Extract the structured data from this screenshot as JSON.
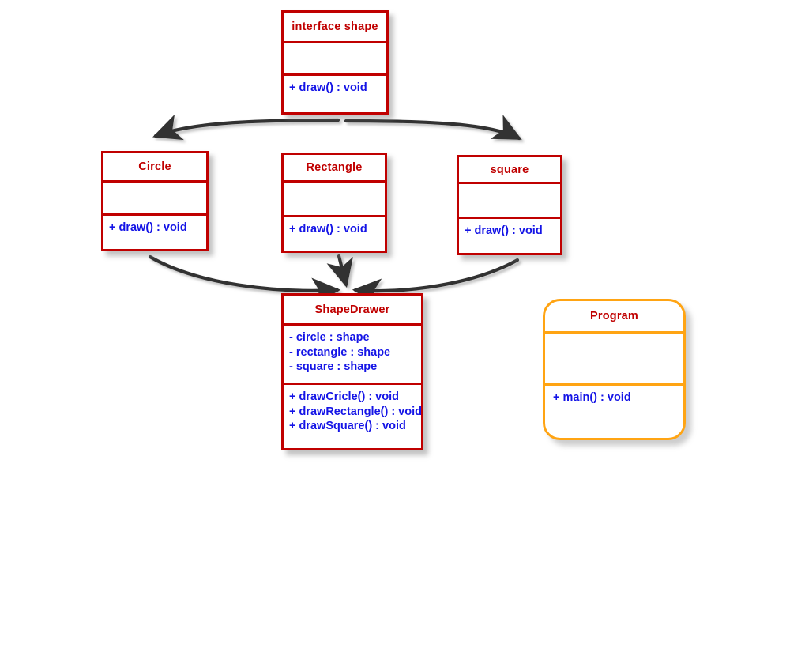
{
  "diagram": {
    "title": "Shape interface UML class diagram",
    "colors": {
      "class_border": "#C00000",
      "class_name_text": "#C00000",
      "member_text": "#1414E6",
      "program_border": "#FFA413",
      "connector": "#333333",
      "background": "#FFFFFF"
    },
    "classes": [
      {
        "id": "shape",
        "name": "interface shape",
        "attributes": [],
        "operations": [
          "+ draw() : void"
        ]
      },
      {
        "id": "circle",
        "name": "Circle",
        "attributes": [],
        "operations": [
          "+ draw() : void"
        ]
      },
      {
        "id": "rectangle",
        "name": "Rectangle",
        "attributes": [],
        "operations": [
          "+ draw() : void"
        ]
      },
      {
        "id": "square",
        "name": "square",
        "attributes": [],
        "operations": [
          "+ draw() : void"
        ]
      },
      {
        "id": "shapedrawer",
        "name": "ShapeDrawer",
        "attributes": [
          "- circle : shape",
          "- rectangle : shape",
          "- square : shape"
        ],
        "operations": [
          "+ drawCricle() : void",
          "+ drawRectangle() : void",
          "+ drawSquare() : void"
        ]
      },
      {
        "id": "program",
        "name": "Program",
        "attributes": [],
        "operations": [
          "+ main() : void"
        ]
      }
    ],
    "connectors": [
      {
        "id": "shape-to-circle",
        "from": "shape",
        "to": "circle",
        "style": "curved-arrow"
      },
      {
        "id": "shape-to-square",
        "from": "shape",
        "to": "square",
        "style": "curved-arrow"
      },
      {
        "id": "circle-to-shapedrawer",
        "from": "circle",
        "to": "shapedrawer",
        "style": "curved-arrow"
      },
      {
        "id": "rectangle-to-shapedrawer",
        "from": "rectangle",
        "to": "shapedrawer",
        "style": "straight-arrow"
      },
      {
        "id": "square-to-shapedrawer",
        "from": "square",
        "to": "shapedrawer",
        "style": "curved-arrow"
      }
    ]
  }
}
